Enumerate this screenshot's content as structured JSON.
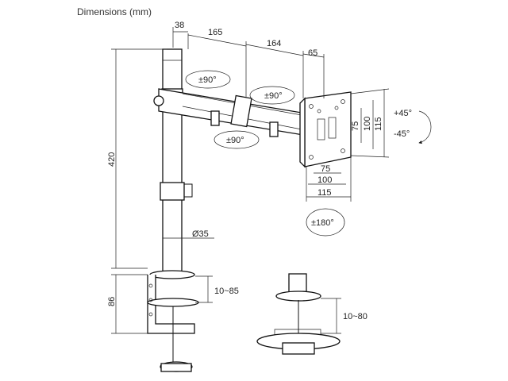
{
  "title": "Dimensions (mm)",
  "dimensions": {
    "arm_offset": "38",
    "arm_segment_1": "165",
    "arm_segment_2": "164",
    "head_depth": "65",
    "pole_height": "420",
    "pole_diameter": "Ø35",
    "clamp_height": "86",
    "clamp_range": "10~85",
    "grommet_range": "10~80",
    "vesa_v_small": "75",
    "vesa_v_large": "100",
    "plate_height": "115",
    "vesa_h_small": "75",
    "vesa_h_large": "100",
    "plate_width": "115"
  },
  "rotations": {
    "pole_joint": "±90°",
    "arm_joint": "±90°",
    "head_joint": "±90°",
    "tilt_up": "+45°",
    "tilt_down": "-45°",
    "rotate": "±180°"
  }
}
